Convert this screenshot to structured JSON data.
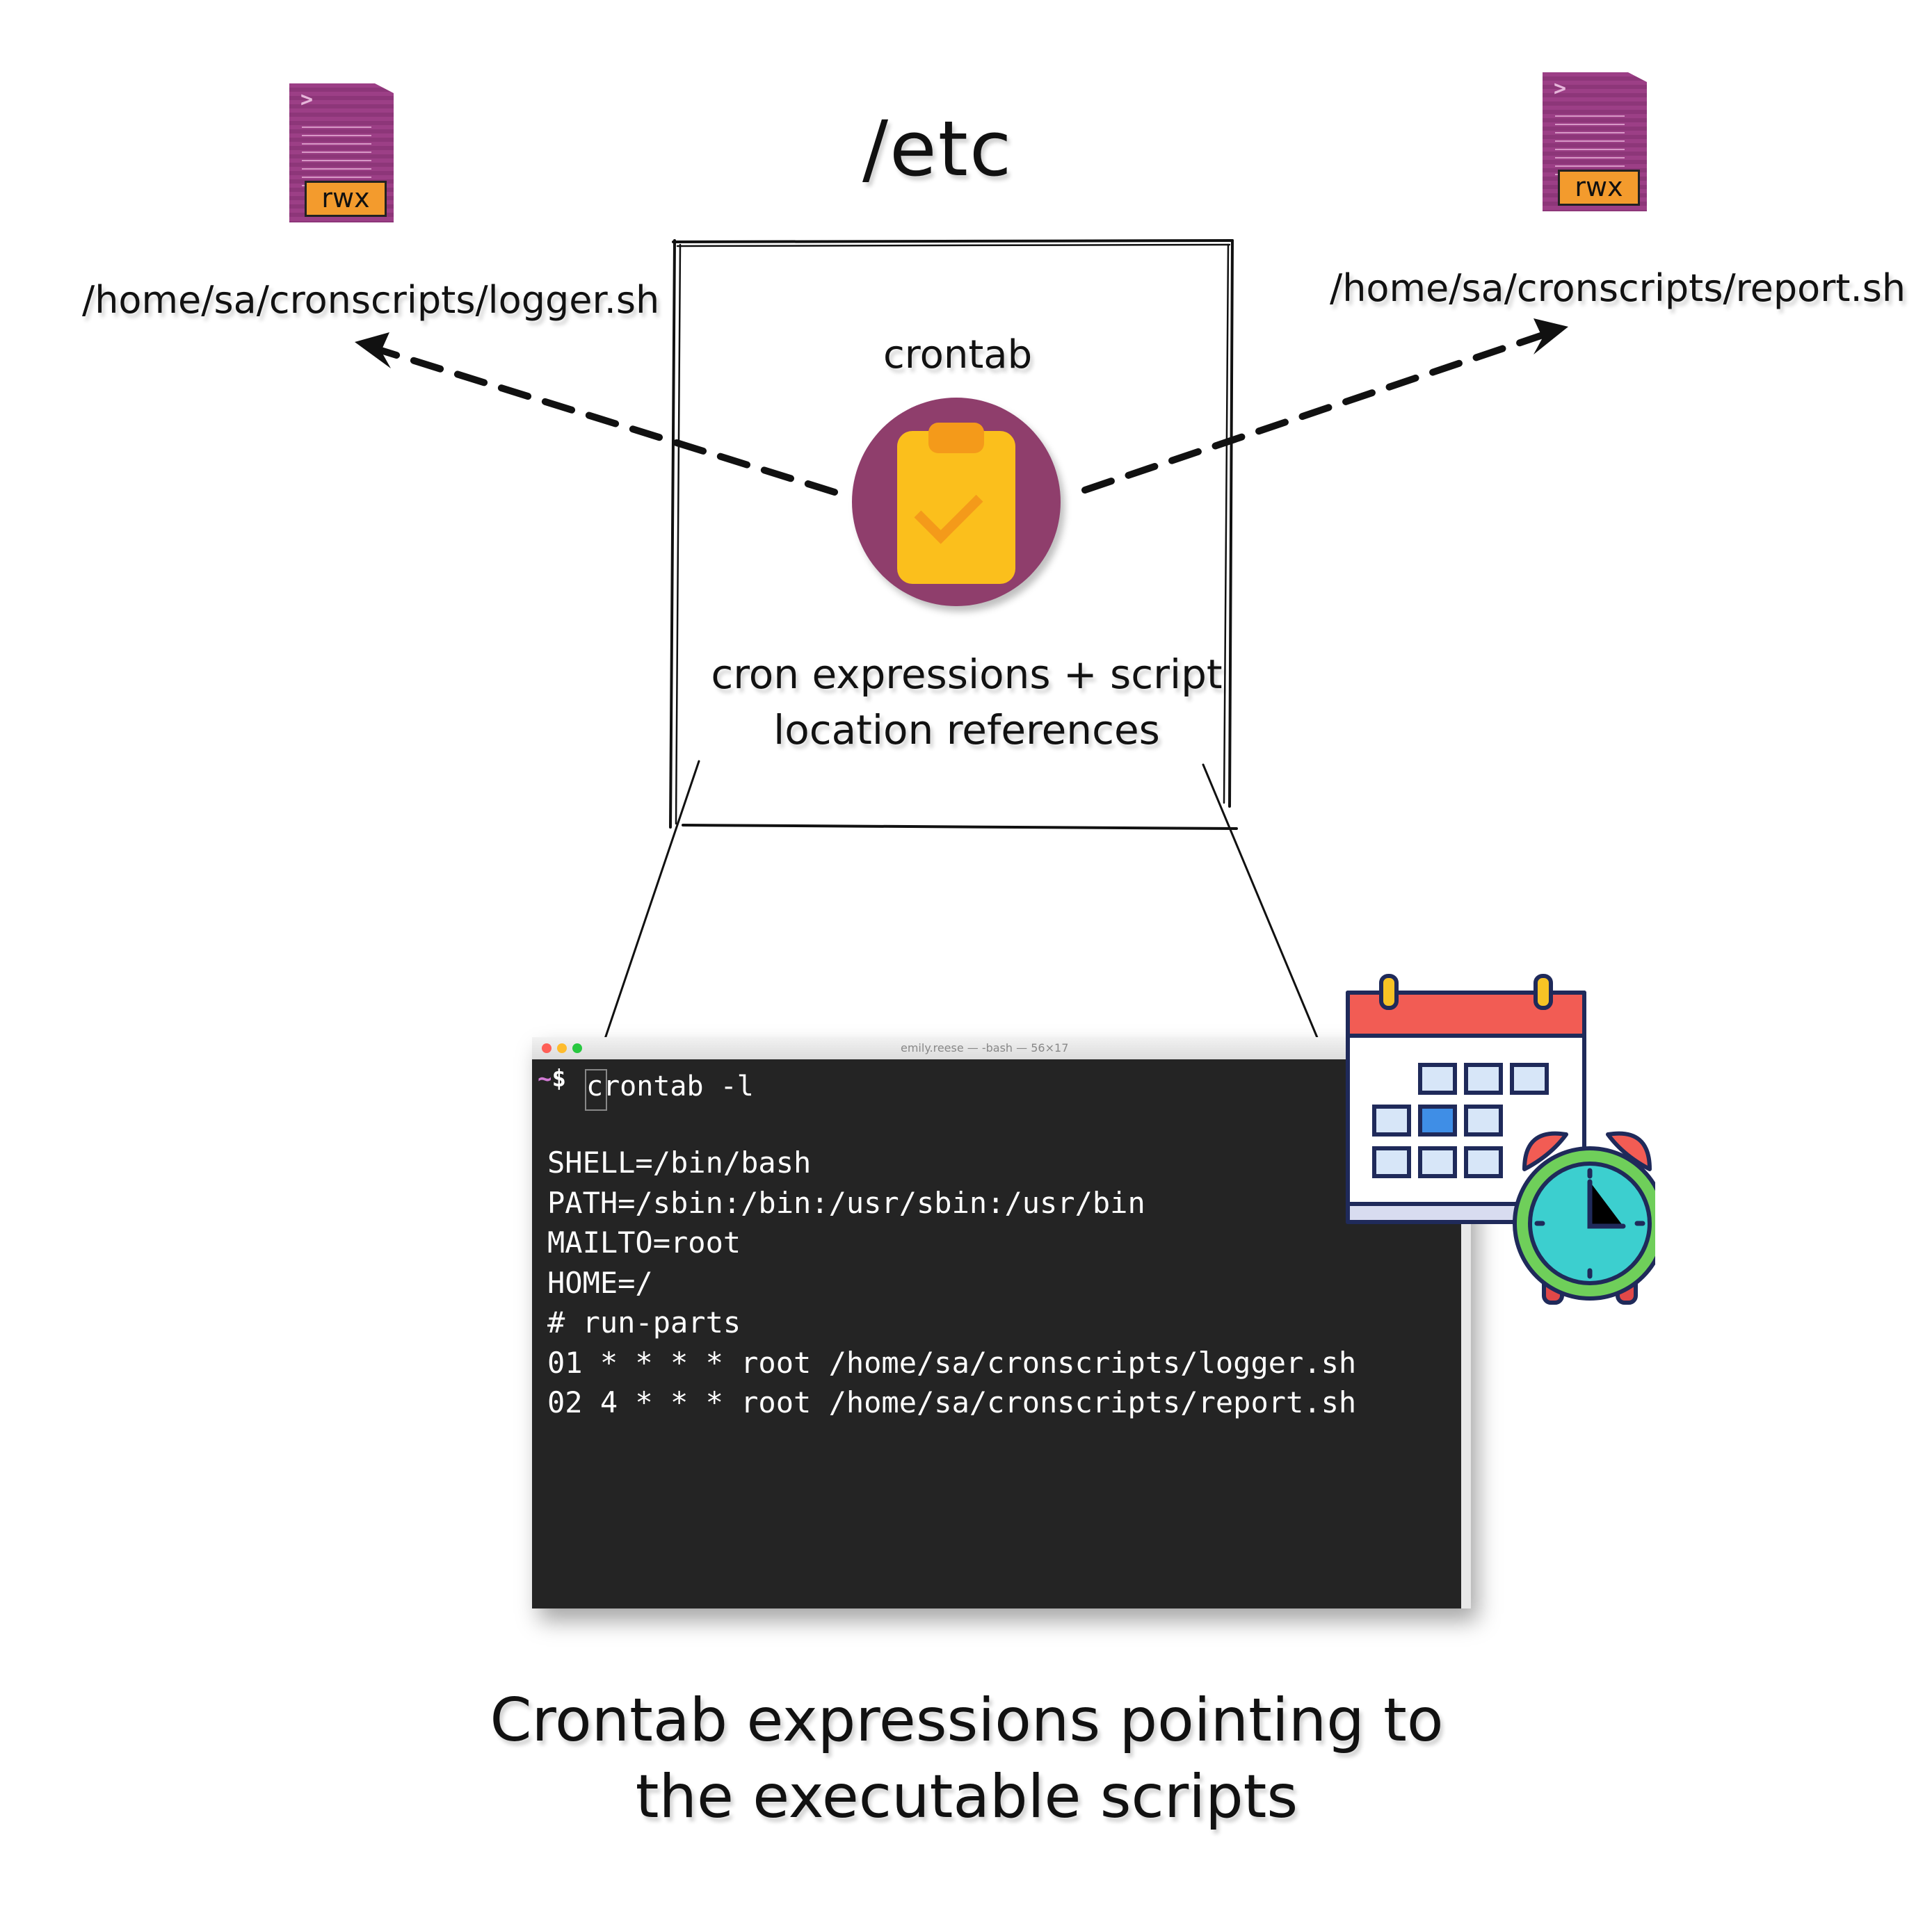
{
  "title": "/etc",
  "crontab": {
    "label": "crontab",
    "description": "cron expressions + script location references"
  },
  "scripts": {
    "left": {
      "path": "/home/sa/cronscripts/logger.sh",
      "permissions": "rwx",
      "prompt": ">"
    },
    "right": {
      "path": "/home/sa/cronscripts/report.sh",
      "permissions": "rwx",
      "prompt": ">"
    }
  },
  "terminal": {
    "window_title": "emily.reese — -bash — 56×17",
    "prompt": "~$",
    "command": "crontab -l",
    "output": [
      "SHELL=/bin/bash",
      "PATH=/sbin:/bin:/usr/sbin:/usr/bin",
      "MAILTO=root",
      "HOME=/",
      "# run-parts",
      "01 * * * * root /home/sa/cronscripts/logger.sh",
      "02 4 * * * root /home/sa/cronscripts/report.sh"
    ]
  },
  "caption": "Crontab expressions pointing to the executable scripts",
  "icons": {
    "crontab": "clipboard-check-icon",
    "scripts": "shell-script-file-icon",
    "schedule": "calendar-clock-icon"
  },
  "colors": {
    "script_file": "#9c3f86",
    "permission_badge": "#f39b2d",
    "crontab_circle": "#8f3e6c",
    "clipboard": "#fbbf1c",
    "terminal_bg": "#242424",
    "calendar_header": "#f25c54",
    "clock_face": "#3ccfcf"
  }
}
